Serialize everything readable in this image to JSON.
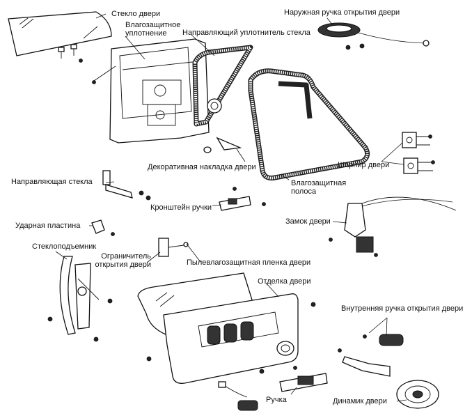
{
  "labels": {
    "door_glass": "Стекло двери",
    "moisture_seal": "Влагозащитное уплотнение",
    "glass_run_seal": "Направляющий уплотнитель стекла",
    "outer_handle": "Наружная ручка открытия двери",
    "deco_trim": "Декоративная накладка двери",
    "hinge": "Шарнир двери",
    "moisture_strip": "Влагозащитная полоса",
    "glass_guide": "Направляющая стекла",
    "handle_bracket": "Кронштейн ручки",
    "striker_plate": "Ударная пластина",
    "door_lock": "Замок двери",
    "regulator": "Стеклоподъемник",
    "door_stop": "Ограничитель открытия двери",
    "dust_film": "Пылевлагозащитная пленка двери",
    "door_trim": "Отделка двери",
    "inner_handle": "Внутренняя ручка открытия двери",
    "handle": "Ручка",
    "speaker": "Динамик двери"
  }
}
